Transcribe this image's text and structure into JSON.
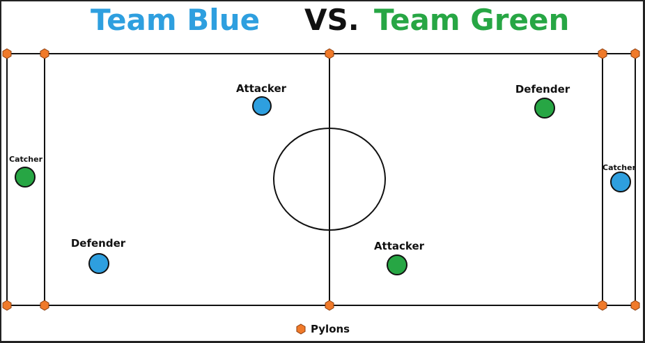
{
  "title": {
    "team_blue": "Team Blue",
    "vs": "VS.",
    "team_green": "Team Green"
  },
  "colors": {
    "blue": "#2e9fdf",
    "green": "#27a644",
    "pylon": "#f07a2a",
    "line": "#111111"
  },
  "players": {
    "blue_attacker": {
      "label": "Attacker",
      "team": "blue"
    },
    "blue_defender": {
      "label": "Defender",
      "team": "blue"
    },
    "blue_catcher": {
      "label": "Catcher",
      "team": "blue"
    },
    "green_attacker": {
      "label": "Attacker",
      "team": "green"
    },
    "green_defender": {
      "label": "Defender",
      "team": "green"
    },
    "green_catcher": {
      "label": "Catcher",
      "team": "green"
    }
  },
  "legend": {
    "pylons_label": "Pylons",
    "pylon_icon": "hexagon-icon"
  }
}
